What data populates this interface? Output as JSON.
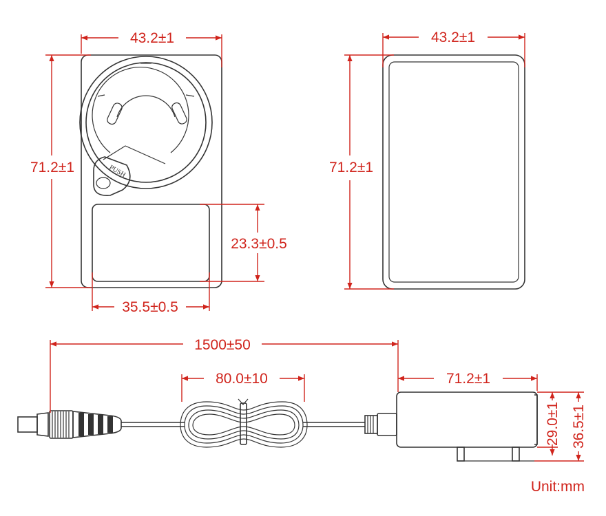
{
  "colors": {
    "dimension": "#d0241c",
    "outline": "#333333",
    "background": "#ffffff"
  },
  "front_view": {
    "width_label": "43.2±1",
    "height_label": "71.2±1",
    "label_area_height": "23.3±0.5",
    "label_area_width": "35.5±0.5",
    "push_text": "PUSH"
  },
  "back_view": {
    "width_label": "43.2±1",
    "height_label": "71.2±1"
  },
  "side_view": {
    "cable_length": "1500±50",
    "coil_length": "80.0±10",
    "body_length": "71.2±1",
    "body_height": "29.0±1",
    "overall_height": "36.5±1"
  },
  "unit_label": "Unit:mm"
}
